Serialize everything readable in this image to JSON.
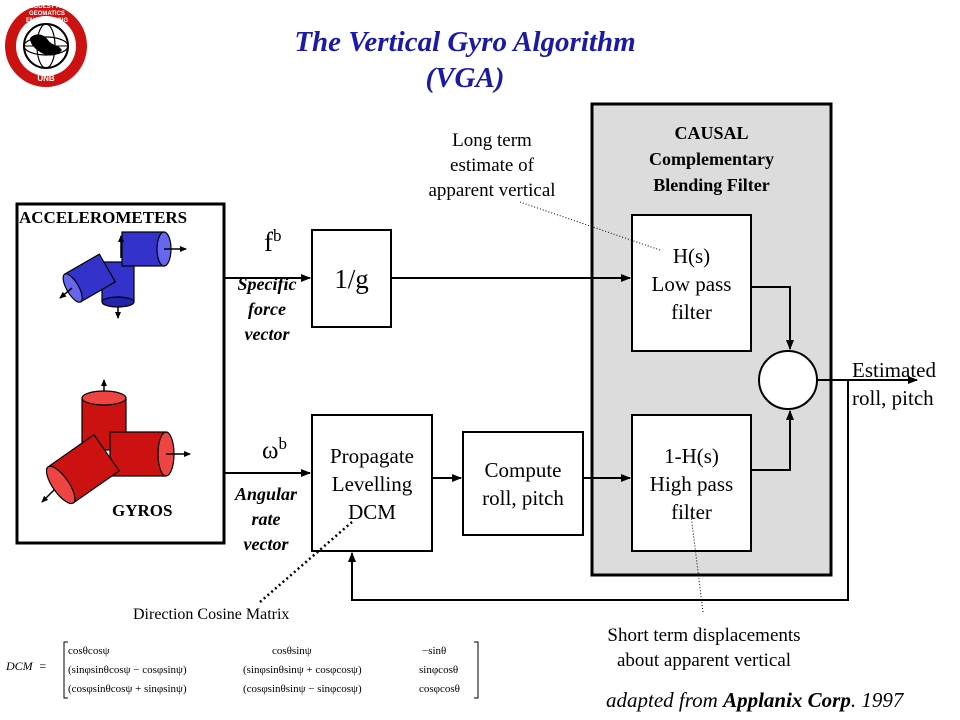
{
  "title_line1": "The Vertical Gyro Algorithm",
  "title_line2": "(VGA)",
  "logo": {
    "arc_left": "GEODESY AND GEOMATICS ENGINEERING",
    "bottom": "UNB"
  },
  "sensors": {
    "accelerometers": "ACCELEROMETERS",
    "gyros": "GYROS"
  },
  "signals": {
    "f_symbol": "f",
    "f_superscript": "b",
    "f_caption": [
      "Specific",
      "force",
      "vector"
    ],
    "omega_symbol": "ω",
    "omega_superscript": "b",
    "omega_caption": [
      "Angular",
      "rate",
      "vector"
    ]
  },
  "blocks": {
    "inv_g": "1/g",
    "propagate": [
      "Propagate",
      "Levelling",
      "DCM"
    ],
    "compute": [
      "Compute",
      "roll, pitch"
    ],
    "low_pass": [
      "H(s)",
      "Low pass",
      "filter"
    ],
    "high_pass": [
      "1-H(s)",
      "High pass",
      "filter"
    ]
  },
  "filter_title": [
    "CAUSAL",
    "Complementary",
    "Blending Filter"
  ],
  "notes": {
    "long_term": [
      "Long term",
      "estimate of",
      "apparent vertical"
    ],
    "short_term": [
      "Short term displacements",
      "about apparent vertical"
    ],
    "dcm": "Direction Cosine Matrix"
  },
  "output": [
    "Estimated",
    "roll, pitch"
  ],
  "dcm_matrix": {
    "label": "DCM",
    "equals": "=",
    "rows": [
      [
        "cosθcosψ",
        "cosθsinψ",
        "−sinθ"
      ],
      [
        "(sinφsinθcosψ − cosφsinψ)",
        "(sinφsinθsinψ + cosφcosψ)",
        "sinφcosθ"
      ],
      [
        "(cosφsinθcosψ + sinφsinψ)",
        "(cosφsinθsinψ − sinφcosψ)",
        "cosφcosθ"
      ]
    ]
  },
  "credit": {
    "prefix": "adapted from ",
    "company": "Applanix Corp",
    "suffix": ". 1997"
  },
  "colors": {
    "title": "#1a1aa6",
    "filter_panel": "#dcdcdc",
    "accelerometer": "#3333cc",
    "gyro": "#cc1111",
    "logo": "#cc1111"
  }
}
